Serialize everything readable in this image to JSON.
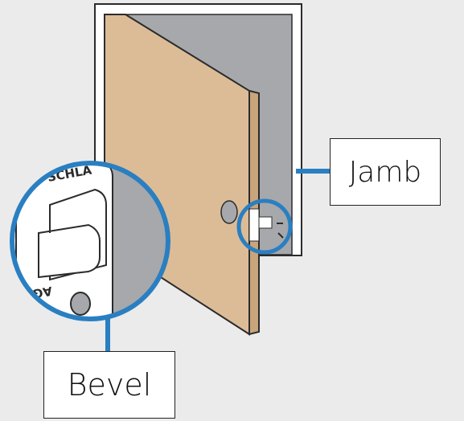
{
  "labels": {
    "jamb": "Jamb",
    "bevel": "Bevel"
  },
  "latch_text": {
    "brand_top": "SCHLA",
    "brand_bottom": "AGE"
  },
  "colors": {
    "background": "#ebebeb",
    "door": "#dcbc97",
    "door_edge": "#c9a57c",
    "jamb_interior": "#a6a8ab",
    "frame": "#ffffff",
    "outline": "#2b2b2b",
    "accent": "#2a7fc1"
  }
}
